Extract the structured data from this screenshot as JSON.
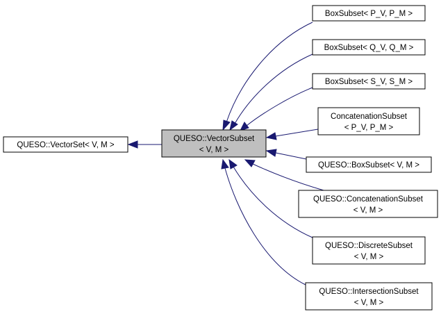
{
  "diagram": {
    "nodes": {
      "base": {
        "lines": [
          "QUESO::VectorSet< V, M >"
        ]
      },
      "focus": {
        "lines": [
          "QUESO::VectorSubset",
          "< V, M >"
        ]
      },
      "box_pv_pm": {
        "lines": [
          "BoxSubset< P_V, P_M >"
        ]
      },
      "box_qv_qm": {
        "lines": [
          "BoxSubset< Q_V, Q_M >"
        ]
      },
      "box_sv_sm": {
        "lines": [
          "BoxSubset< S_V, S_M >"
        ]
      },
      "concat_pv_pm": {
        "lines": [
          "ConcatenationSubset",
          "< P_V, P_M >"
        ]
      },
      "queso_box": {
        "lines": [
          "QUESO::BoxSubset< V, M >"
        ]
      },
      "queso_concat": {
        "lines": [
          "QUESO::ConcatenationSubset",
          "< V, M >"
        ]
      },
      "queso_discrete": {
        "lines": [
          "QUESO::DiscreteSubset",
          "< V, M >"
        ]
      },
      "queso_intersection": {
        "lines": [
          "QUESO::IntersectionSubset",
          "< V, M >"
        ]
      }
    },
    "colors": {
      "edge": "#191970",
      "focus_fill": "#bfbfbf",
      "box_fill": "#ffffff",
      "border": "#000000"
    }
  }
}
